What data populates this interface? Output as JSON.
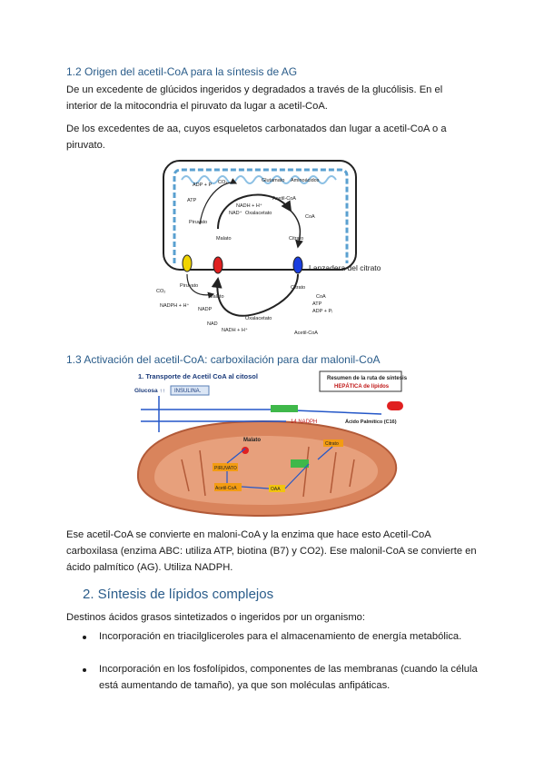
{
  "section_1_2": {
    "heading": "1.2 Origen del acetil-CoA para la síntesis de AG",
    "para1": "De un excedente de glúcidos ingeridos y degradados a través de la glucólisis. En el interior de la mitocondria el piruvato da lugar a acetil-CoA.",
    "para2": "De los excedentes de aa, cuyos esqueletos carbonatados dan lugar a acetil-CoA o a piruvato."
  },
  "figure1": {
    "caption": "Lanzadera del citrato",
    "labels": {
      "adp": "ADP + P",
      "co2_top": "CO₂",
      "atp": "ATP",
      "piruvato_in": "Piruvato",
      "nadh": "NADH + H⁺",
      "nadplus": "NAD⁺",
      "oxal_in": "Oxalacetato",
      "malato_in": "Malato",
      "citrato_in": "Citrato",
      "glutamato": "Glutamato",
      "aminoacidos": "Aminoácidos",
      "acetil_in": "Acetil-CoA",
      "coa_in": "CoA",
      "co2_low": "CO₂",
      "piruvato_out": "Piruvato",
      "malato_out": "Malato",
      "nadph": "NADPH + H⁺",
      "nadp": "NADP",
      "citrato_out": "Citrato",
      "coa_out": "CoA",
      "atp_out": "ATP",
      "adp_out": "ADP + Pᵢ",
      "oxal_out": "Oxalacetato",
      "nad_out": "NAD",
      "nadh_out": "NADH + H⁺",
      "acetil_out": "Acetil-CoA"
    }
  },
  "section_1_3": {
    "heading": "1.3 Activación del acetil-CoA: carboxilación para dar malonil-CoA"
  },
  "figure2": {
    "title": "1. Transporte de Acetil CoA al citosol",
    "glucosa": "Glucosa ↑↑",
    "insulina": "INSULINA.",
    "resumen_l1": "Resumen de la ruta de síntesis",
    "resumen_l2": "HEPÁTICA de lípidos",
    "acido_palmitico": "Ácido Palmítico (C16)",
    "nadph": "14 NADPH",
    "malato": "Malato",
    "piruvato": "PIRUVATO",
    "acetil_coa": "Acetil-CoA",
    "citrato": "Citrato",
    "oaa": "OAA"
  },
  "para_after_fig": "Ese acetil-CoA se convierte en maloni-CoA y la enzima que hace esto Acetil-CoA carboxilasa (enzima ABC: utiliza ATP, biotina (B7) y CO2). Ese malonil-CoA se convierte en ácido palmítico (AG). Utiliza NADPH.",
  "section_2": {
    "heading": "2.  Síntesis de lípidos complejos",
    "intro": "Destinos ácidos grasos sintetizados o ingeridos por un organismo:",
    "bullets": [
      "Incorporación en triacilgliceroles para el almacenamiento de energía metabólica.",
      "Incorporación en los fosfolípidos, componentes de las membranas (cuando la célula está aumentando de tamaño), ya que son moléculas anfipáticas."
    ]
  },
  "colors": {
    "heading_blue": "#2a5c8a",
    "mito_outline": "#5aa0d0",
    "mito_orange": "#d9845c"
  }
}
